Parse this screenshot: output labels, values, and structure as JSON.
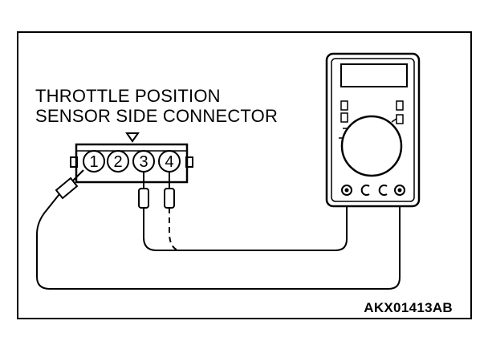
{
  "diagram": {
    "title_line_1": "THROTTLE POSITION",
    "title_line_2": "SENSOR SIDE CONNECTOR",
    "figure_code": "AKX01413AB",
    "connector_pins": [
      "1",
      "2",
      "3",
      "4"
    ],
    "colors": {
      "ink": "#000000",
      "background": "#ffffff"
    }
  }
}
